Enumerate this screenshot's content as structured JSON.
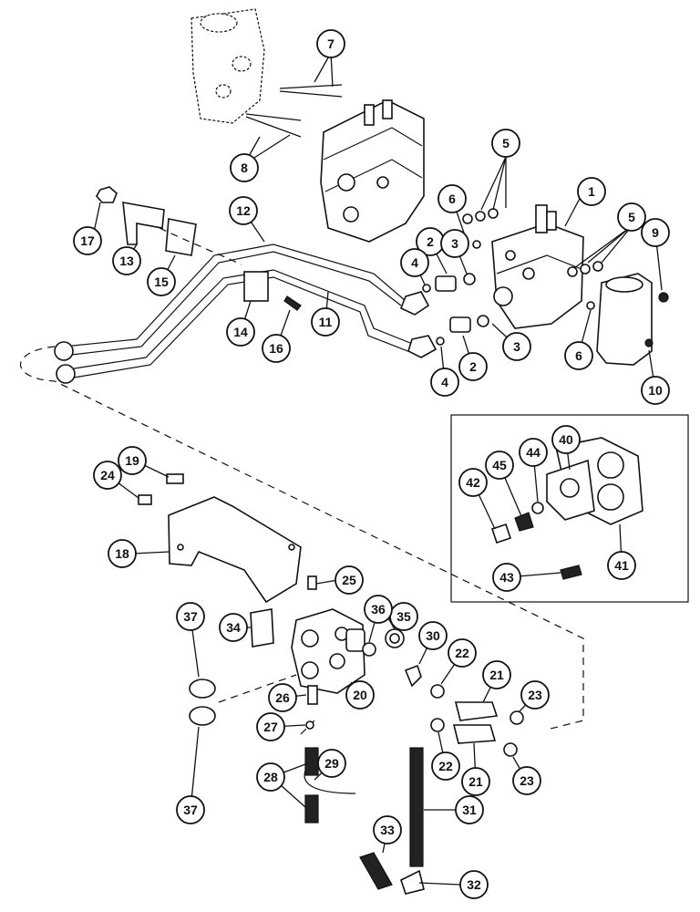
{
  "diagram": {
    "callouts": [
      "1",
      "2",
      "3",
      "4",
      "5",
      "6",
      "7",
      "8",
      "9",
      "10",
      "11",
      "12",
      "13",
      "14",
      "15",
      "16",
      "17",
      "18",
      "19",
      "20",
      "21",
      "22",
      "23",
      "24",
      "25",
      "26",
      "27",
      "28",
      "29",
      "30",
      "31",
      "32",
      "33",
      "34",
      "35",
      "36",
      "37",
      "40",
      "41",
      "42",
      "43",
      "44",
      "45"
    ]
  }
}
